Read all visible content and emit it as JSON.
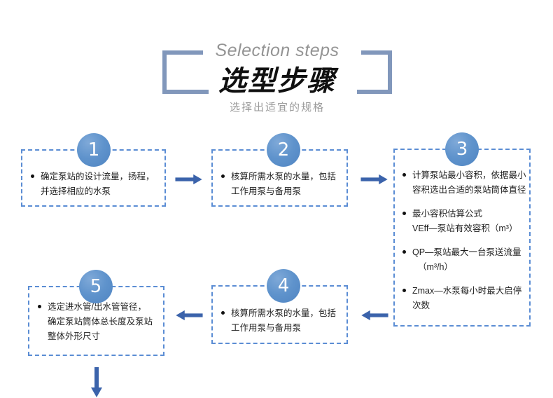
{
  "header": {
    "english_title": "Selection steps",
    "chinese_title": "选型步骤",
    "subtitle": "选择出适宜的规格",
    "frame_color": "#8197bb",
    "english_color": "#949494",
    "subtitle_color": "#9a9a9a"
  },
  "theme": {
    "circle_blue": "#5f93cc",
    "dashed_border_blue": "#5b8dd4",
    "arrow_blue": "#3b63ab",
    "text_color": "#1f1f1f"
  },
  "steps": [
    {
      "number": "1",
      "bullets": [
        {
          "lines": [
            "确定泵站的设计流量，扬程，",
            "并选择相应的水泵"
          ]
        }
      ]
    },
    {
      "number": "2",
      "bullets": [
        {
          "lines": [
            "核算所需水泵的水量，包括",
            "工作用泵与备用泵"
          ]
        }
      ]
    },
    {
      "number": "3",
      "bullets": [
        {
          "lines": [
            "计算泵站最小容积，依据最小",
            "容积选出合适的泵站筒体直径"
          ]
        },
        {
          "lines": [
            "最小容积估算公式",
            "VEff—泵站有效容积（m³）"
          ]
        },
        {
          "lines": [
            "QP—泵站最大一台泵送流量",
            "（m³/h）"
          ]
        },
        {
          "lines": [
            "Zmax—水泵每小时最大启停",
            "次数"
          ]
        }
      ]
    },
    {
      "number": "4",
      "bullets": [
        {
          "lines": [
            "核算所需水泵的水量，包括",
            "工作用泵与备用泵"
          ]
        }
      ]
    },
    {
      "number": "5",
      "bullets": [
        {
          "lines": [
            "选定进水管/出水管管径，",
            "确定泵站筒体总长度及泵站",
            "整体外形尺寸"
          ]
        }
      ]
    }
  ],
  "connectors": [
    {
      "name": "arrow-step1-to-step2",
      "direction": "right"
    },
    {
      "name": "arrow-step2-to-step3",
      "direction": "right"
    },
    {
      "name": "arrow-step3-to-step4",
      "direction": "left"
    },
    {
      "name": "arrow-step4-to-step5",
      "direction": "left"
    },
    {
      "name": "arrow-step5-to-next",
      "direction": "down"
    }
  ]
}
